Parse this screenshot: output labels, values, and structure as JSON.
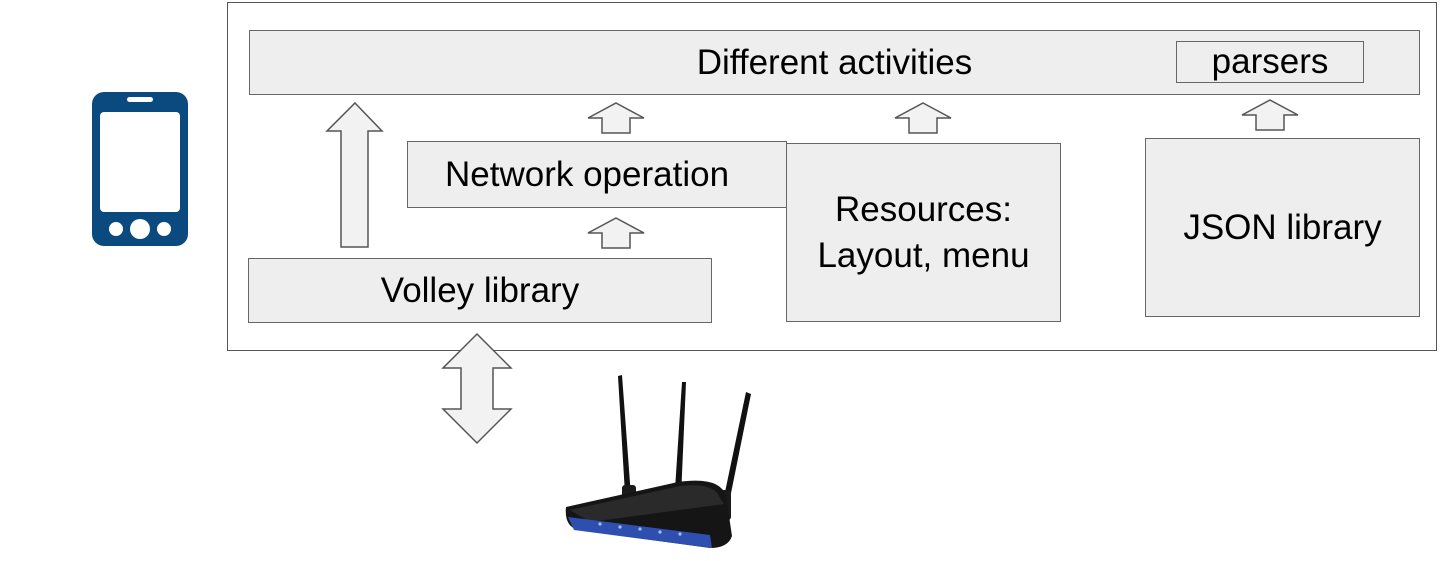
{
  "diagram": {
    "main_box": {
      "label": "Different activities"
    },
    "parsers_box": {
      "label": "parsers"
    },
    "network_box": {
      "label": "Network operation"
    },
    "resources_box": {
      "line1": "Resources:",
      "line2": "Layout, menu"
    },
    "json_box": {
      "label": "JSON library"
    },
    "volley_box": {
      "label": "Volley library"
    }
  },
  "icons": {
    "phone": "smartphone-icon",
    "router": "wifi-router-icon"
  },
  "colors": {
    "box_fill": "#eeeeee",
    "box_border": "#666666",
    "phone_blue": "#0b4a7e",
    "router_body": "#111111",
    "router_accent": "#2f4fb0"
  }
}
